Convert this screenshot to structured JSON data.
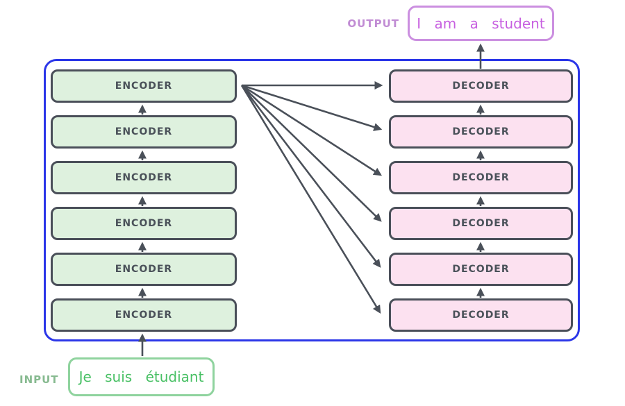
{
  "diagram": {
    "output": {
      "label": "OUTPUT",
      "text": "I am a student"
    },
    "input": {
      "label": "INPUT",
      "text": "Je suis étudiant"
    },
    "stacks": {
      "encoders": [
        {
          "label": "ENCODER"
        },
        {
          "label": "ENCODER"
        },
        {
          "label": "ENCODER"
        },
        {
          "label": "ENCODER"
        },
        {
          "label": "ENCODER"
        },
        {
          "label": "ENCODER"
        }
      ],
      "decoders": [
        {
          "label": "DECODER"
        },
        {
          "label": "DECODER"
        },
        {
          "label": "DECODER"
        },
        {
          "label": "DECODER"
        },
        {
          "label": "DECODER"
        },
        {
          "label": "DECODER"
        }
      ]
    },
    "colors": {
      "container_border": "#2b36e8",
      "encoder_fill": "#def1de",
      "decoder_fill": "#fce1f0",
      "box_border": "#4a4f59",
      "box_text": "#4a5159",
      "arrow": "#4a5059",
      "input_text": "#49c065",
      "input_border": "#8fd39e",
      "input_label": "#87ba90",
      "output_text": "#c75fe0",
      "output_border": "#cb8fe0",
      "output_label": "#c18cd4"
    }
  }
}
